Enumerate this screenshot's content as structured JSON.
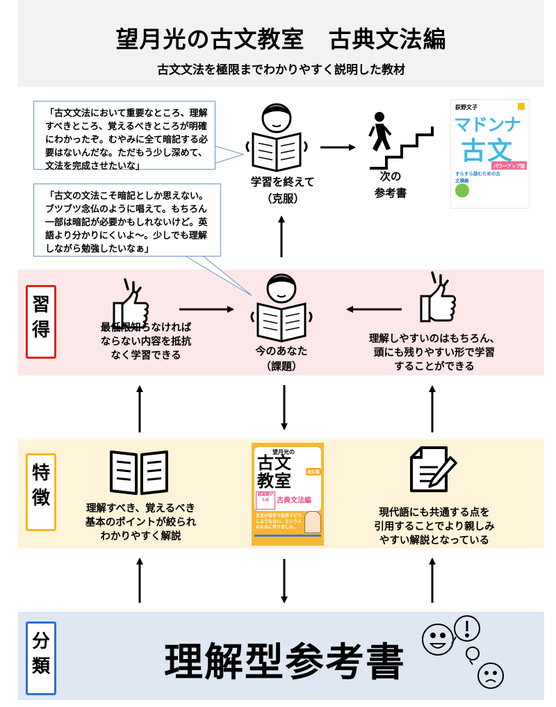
{
  "header": {
    "title": "望月光の古文教室　古典文法編",
    "subtitle": "古文文法を極限までわかりやすく説明した教材"
  },
  "tags": {
    "learn": [
      "習",
      "得"
    ],
    "feature": [
      "特",
      "徴"
    ],
    "classify": [
      "分",
      "類"
    ]
  },
  "bubbles": {
    "top": "「古文文法において重要なところ、理解すべきところ、覚えるべきところが明確にわかったぞ。むやみに全て暗記する必要はないんだな。ただもう少し深めて、文法を完成させたいな」",
    "middle": "「古文の文法こそ暗記としか思えない。ブツブツ念仏のように唱えて。もちろん一部は暗記が必要かもしれないけど。英語より分かりにくいよ〜。少しでも理解しながら勉強したいなぁ」"
  },
  "top_row": {
    "after_study": [
      "学習を終えて",
      "（克服）"
    ],
    "next_book": [
      "次の",
      "参考書"
    ],
    "next_book_cover": {
      "author": "荻野文子",
      "title_line1": "マドンナ",
      "title_line2": "古文",
      "edition": "パワーアップ版",
      "blurb": "すらすら読むための古文講義"
    }
  },
  "learn_row": {
    "left": [
      "最低限知らなければ",
      "ならない内容を抵抗",
      "なく学習できる"
    ],
    "center": [
      "今のあなた",
      "（課題）"
    ],
    "right": [
      "理解しやすいのはもちろん、",
      "頭にも残りやすい形で学習",
      "することができる"
    ]
  },
  "feature_row": {
    "left": [
      "理解すべき、覚えるべき",
      "基本のポイントが絞られ",
      "わかりやすく解説"
    ],
    "right": [
      "現代語にも共通する点を",
      "引用することでより親しみ",
      "やすい解説となっている"
    ],
    "book_cover": {
      "author": "望月光の",
      "title_line1": "古文",
      "title_line2": "教室",
      "edition": "改訂版",
      "subtitle": "古典文法編",
      "badge": "超基礎がため",
      "blurb": "古文が苦手で苦手でどうしようもない、という人のために作りました。"
    }
  },
  "classification": {
    "label": "理解型参考書"
  },
  "colors": {
    "learn_tag": "#e02020",
    "feature_tag": "#f5b820",
    "classify_tag": "#2e6fcf",
    "bubble_border": "#6b8fc6"
  }
}
